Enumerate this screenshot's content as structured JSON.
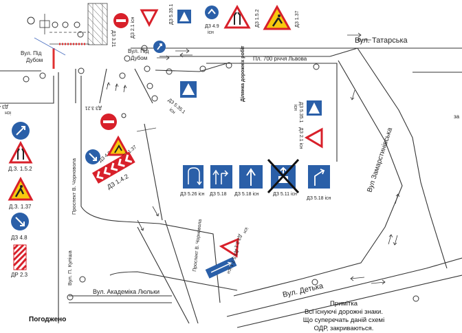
{
  "streets": {
    "tatarska": "Вул. Татарська",
    "lviv700": "Пл. 700 річчя Львова",
    "zamarstynivska": "Вул Замарстинівська",
    "detka": "Вул. Детька",
    "akademika_lyulky": "Вул. Академіка Люльки",
    "pid_dubom_left": "Вул. Під\nДубом",
    "pid_dubom_right": "Вул. Під\nДубом",
    "kulisha": "Вул. П. Куліша",
    "chornovola_left": "Проспект В. Чорновола",
    "chornovola_right": "Проспект В. Чорновола",
    "zone_label": "Ділянка дорожніх робіт"
  },
  "signs": {
    "s_3_21_top": "ДЗ 3.21",
    "s_2_1_top": "ДЗ 2.1 існ",
    "s_5_35_1_top": "ДЗ 5.35.1\nісн",
    "s_4_9": "ДЗ 4.9\nісн",
    "s_1_5_2_top": "ДЗ 1.5.2",
    "s_1_37_top": "ДЗ 1.37",
    "s_4_7_small": "ДЗ 4.7\nісн",
    "s_3_21_mid": "ДЗ 3.21",
    "s_5_35_1_mid": "ДЗ 5.35.1\nісн",
    "s_5_35_1_right": "ДЗ 5.35.1\nісн",
    "s_2_1_right": "ДЗ 2.1 існ",
    "s_4_8_mid": "ДЗ 4.8",
    "s_1_37_mid": "ДЗ 1.37",
    "s_1_4_2": "ДЗ 1.4.2",
    "s_5_26": "ДЗ 5.26 існ",
    "s_5_18_a": "ДЗ 5.18",
    "s_5_18_b": "ДЗ 5.18 існ",
    "s_5_11": "ДЗ 5.11 існ",
    "s_5_18_c": "ДЗ 5.18 існ",
    "s_2_1_bottom": "ДЗ 2.1\nісн",
    "s_5_7_1": "ДЗ 5.7.1 існ",
    "legend_1_5_2": "Д.З. 1.5.2",
    "legend_1_37": "Д.З. 1.37",
    "legend_4_8": "ДЗ 4.8",
    "legend_2_3": "ДР 2.3",
    "edge_fragment": "за"
  },
  "note": {
    "title": "Примітка",
    "line1": "Всі існуючі дорожні знаки.",
    "line2": "Що суперечать даній схемі",
    "line3": "ОДР, закриваються."
  },
  "agreed": "Погоджено",
  "colors": {
    "sign_red": "#d8202a",
    "sign_blue": "#2a5fa8",
    "sign_yellow": "#f6c90e",
    "marking_red": "#e03030",
    "wire_blue": "#4a6fc0"
  }
}
